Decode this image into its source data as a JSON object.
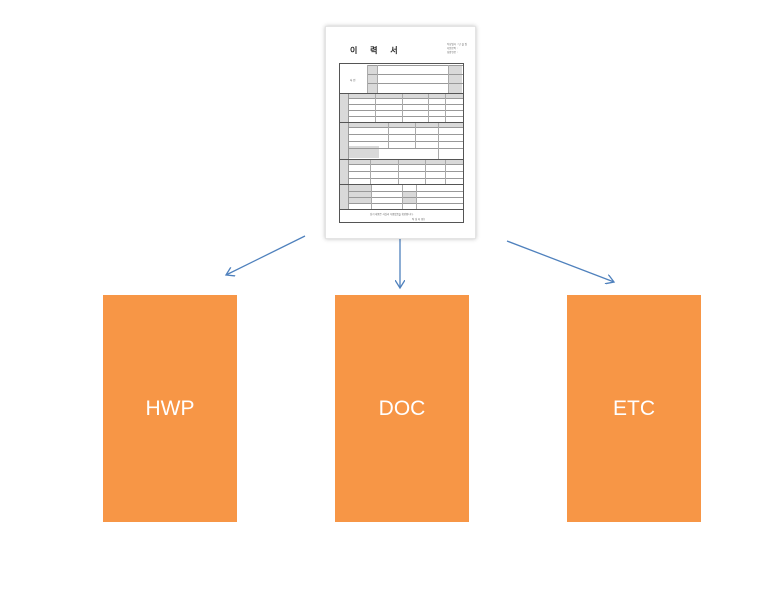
{
  "document": {
    "title": "이 력 서",
    "photo_label": "사 진",
    "meta_lines": [
      "작성일자 : 년 월 일",
      "지원분야 :",
      "희망연봉 :"
    ],
    "footer_note": "상기 내용은 사실과 다름없음을 확인합니다.",
    "footer_signature": "작 성 자 (인)"
  },
  "boxes": [
    {
      "label": "HWP"
    },
    {
      "label": "DOC"
    },
    {
      "label": "ETC"
    }
  ],
  "colors": {
    "box_fill": "#f79646",
    "box_text": "#ffffff",
    "arrow": "#4f81bd"
  }
}
